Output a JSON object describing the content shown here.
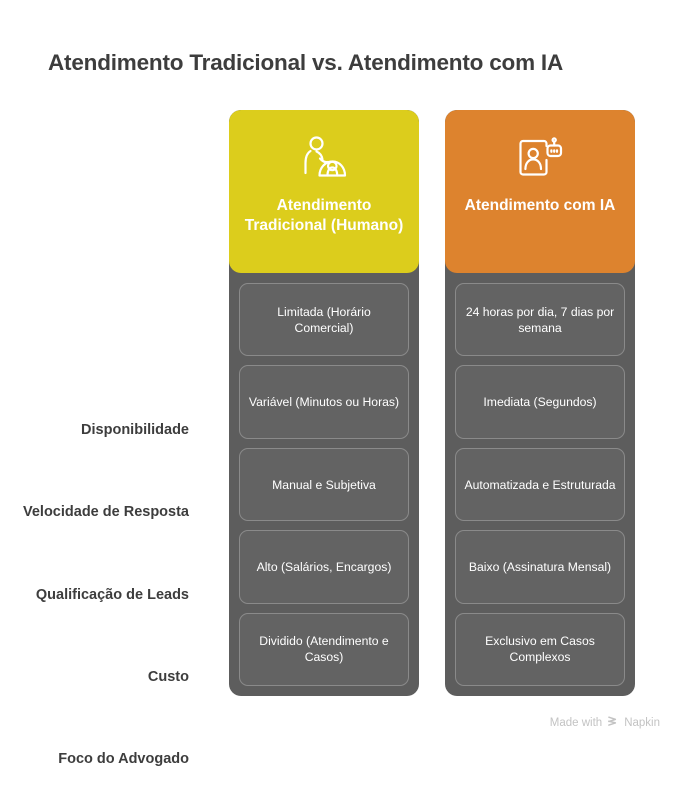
{
  "page": {
    "title": "Atendimento Tradicional vs. Atendimento com IA",
    "background_color": "#ffffff",
    "title_color": "#3d3d3d"
  },
  "colors": {
    "traditional_accent": "#dccd1c",
    "ia_accent": "#dd832e",
    "column_background": "#5d5d5d",
    "cell_background": "#636363",
    "cell_border": "#8a8a8a",
    "cell_text": "#ffffff",
    "footer_text": "#c3c3c3"
  },
  "comparison": {
    "row_labels": [
      "Disponibilidade",
      "Velocidade de Resposta",
      "Qualificação de Leads",
      "Custo",
      "Foco do Advogado"
    ],
    "columns": [
      {
        "key": "traditional",
        "icon": "people-support-icon",
        "header_title": "Atendimento Tradicional (Humano)",
        "accent": "#dccd1c",
        "cells": [
          "Limitada (Horário Comercial)",
          "Variável (Minutos ou Horas)",
          "Manual e Subjetiva",
          "Alto (Salários, Encargos)",
          "Dividido (Atendimento e Casos)"
        ]
      },
      {
        "key": "ia",
        "icon": "ai-contact-robot-icon",
        "header_title": "Atendimento com IA",
        "accent": "#dd832e",
        "cells": [
          "24 horas por dia, 7 dias por semana",
          "Imediata (Segundos)",
          "Automatizada e Estruturada",
          "Baixo (Assinatura Mensal)",
          "Exclusivo em Casos Complexos"
        ]
      }
    ]
  },
  "footer": {
    "made_with_label": "Made with",
    "brand": "Napkin",
    "logo_icon": "napkin-chevron-logo"
  }
}
